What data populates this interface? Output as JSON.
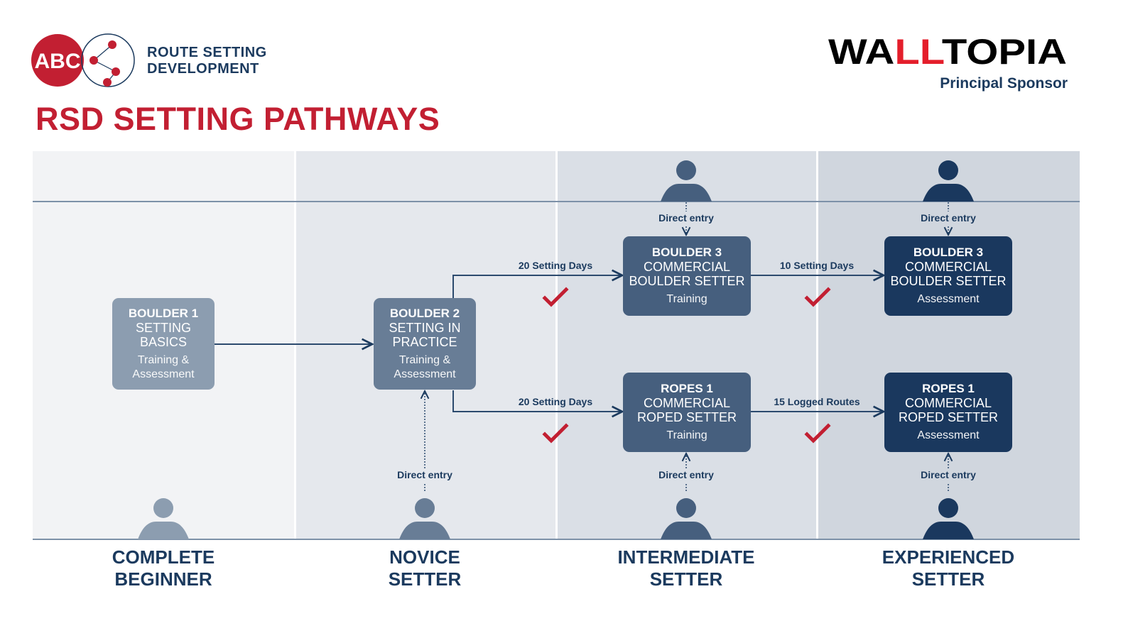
{
  "header": {
    "logo_text": "ABC",
    "org_line1": "ROUTE SETTING",
    "org_line2": "DEVELOPMENT",
    "sponsor_name": "WALLTOPIA",
    "sponsor_role": "Principal Sponsor",
    "title": "RSD SETTING PATHWAYS"
  },
  "colors": {
    "accent_red": "#c21f32",
    "navy": "#1b3a5e",
    "level_0": "#8c9db0",
    "level_1": "#687d96",
    "level_2": "#465f7e",
    "level_3": "#1a385e"
  },
  "levels": [
    {
      "line1": "COMPLETE",
      "line2": "BEGINNER"
    },
    {
      "line1": "NOVICE",
      "line2": "SETTER"
    },
    {
      "line1": "INTERMEDIATE",
      "line2": "SETTER"
    },
    {
      "line1": "EXPERIENCED",
      "line2": "SETTER"
    }
  ],
  "boxes": {
    "boulder1": {
      "title": "BOULDER 1",
      "name1": "SETTING",
      "name2": "BASICS",
      "type1": "Training &",
      "type2": "Assessment"
    },
    "boulder2": {
      "title": "BOULDER 2",
      "name1": "SETTING IN",
      "name2": "PRACTICE",
      "type1": "Training &",
      "type2": "Assessment"
    },
    "boulder3_training": {
      "title": "BOULDER 3",
      "name1": "COMMERCIAL",
      "name2": "BOULDER SETTER",
      "type1": "Training"
    },
    "boulder3_assessment": {
      "title": "BOULDER 3",
      "name1": "COMMERCIAL",
      "name2": "BOULDER SETTER",
      "type1": "Assessment"
    },
    "ropes1_training": {
      "title": "ROPES 1",
      "name1": "COMMERCIAL",
      "name2": "ROPED SETTER",
      "type1": "Training"
    },
    "ropes1_assessment": {
      "title": "ROPES 1",
      "name1": "COMMERCIAL",
      "name2": "ROPED SETTER",
      "type1": "Assessment"
    }
  },
  "requirements": {
    "b2_to_b3": "20 Setting Days",
    "b2_to_r1": "20 Setting Days",
    "b3_train_to_assess": "10 Setting Days",
    "r1_train_to_assess": "15 Logged Routes"
  },
  "direct_entry_label": "Direct entry"
}
